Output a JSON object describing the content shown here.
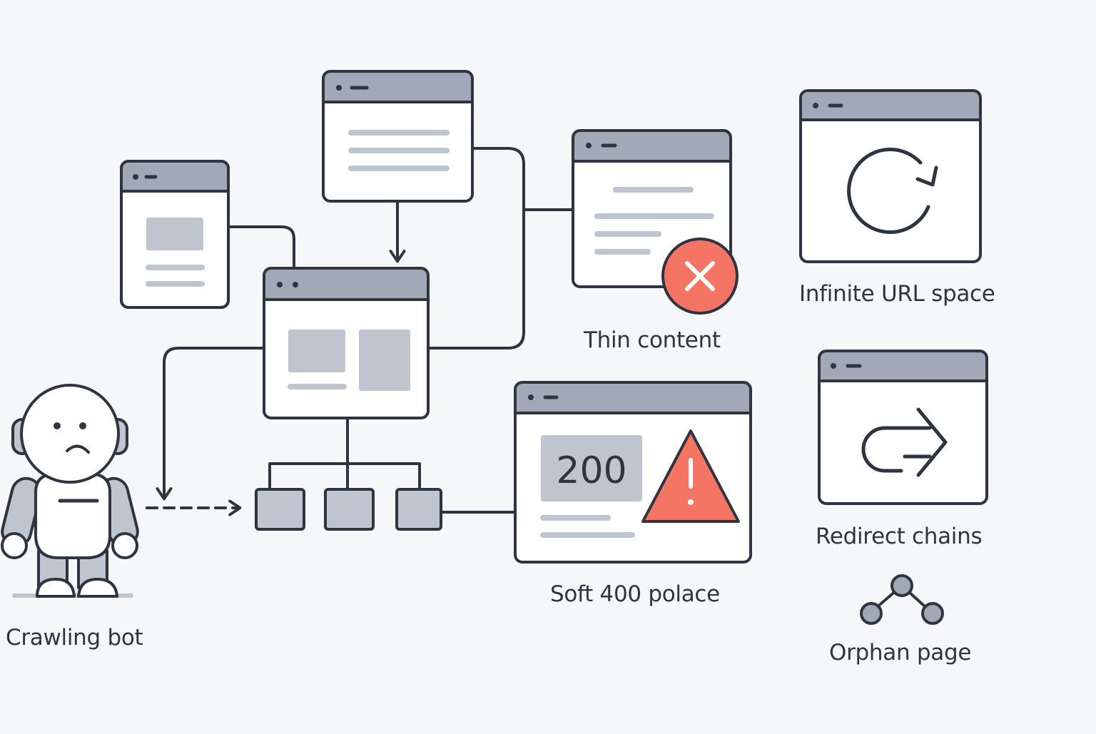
{
  "labels": {
    "bot": "Crawling bot",
    "thin": "Thin content",
    "soft": "Soft 400 polace",
    "infinite": "Infinite URL space",
    "redirect": "Redirect chains",
    "orphan": "Orphan page"
  },
  "status_code": "200",
  "icons": {
    "error": "x-icon",
    "warning": "warning-triangle-icon",
    "loop": "refresh-icon",
    "redirect": "redirect-arrow-icon",
    "orphan": "node-graph-icon"
  },
  "colors": {
    "stroke": "#2f3540",
    "window_bar": "#a1a9b6",
    "placeholder": "#bfc5ce",
    "error": "#f47563",
    "background": "#f6f7f8"
  }
}
